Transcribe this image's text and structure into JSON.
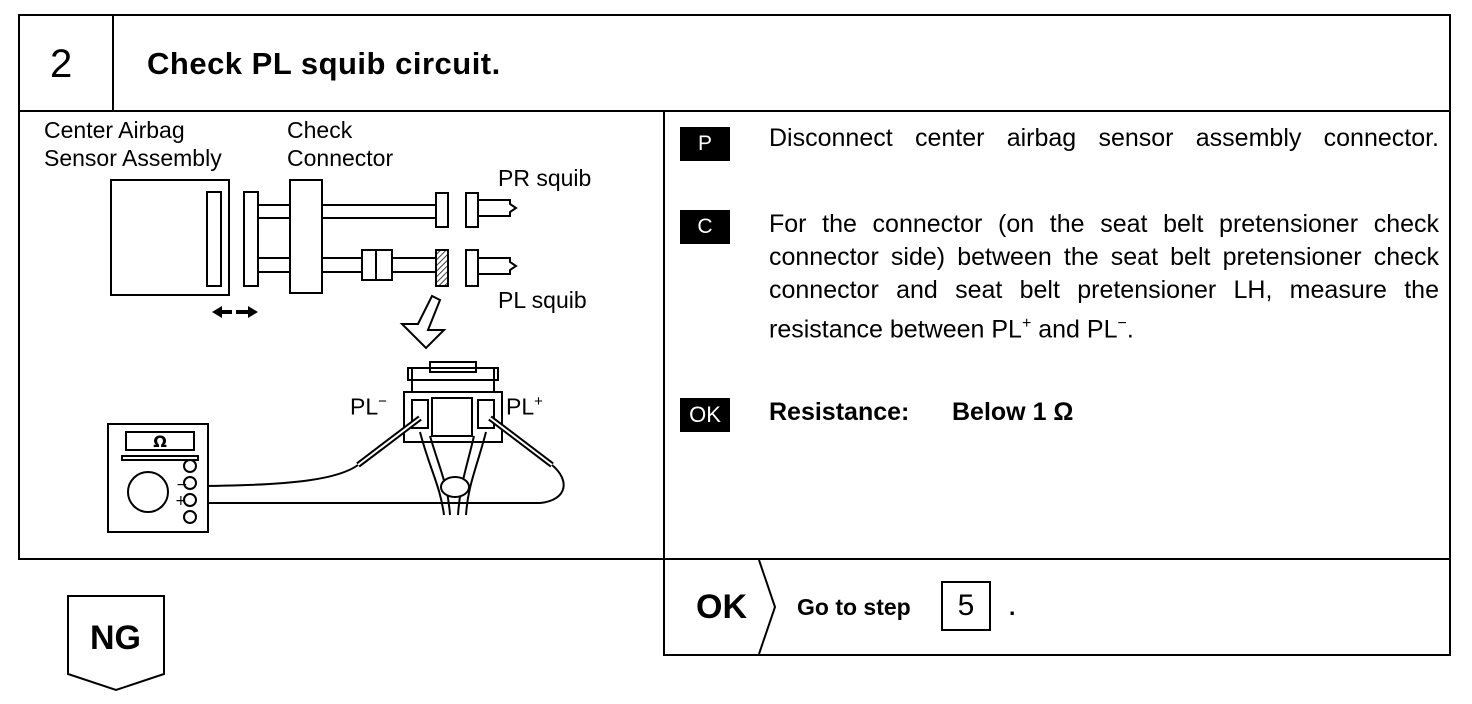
{
  "step": {
    "number": "2",
    "title": "Check PL squib circuit."
  },
  "diagram": {
    "center_label_line1": "Center Airbag",
    "center_label_line2": "Sensor Assembly",
    "check_label_line1": "Check",
    "check_label_line2": "Connector",
    "pr_squib": "PR squib",
    "pl_squib": "PL squib",
    "pl_minus": "PL",
    "pl_minus_sup": "−",
    "pl_plus": "PL",
    "pl_plus_sup": "+",
    "meter_symbol": "Ω",
    "meter_minus": "−",
    "meter_plus": "+"
  },
  "instructions": [
    {
      "badge": "P",
      "text": "Disconnect center airbag sensor assembly connector."
    },
    {
      "badge": "C",
      "text_before": "For the connector (on the seat belt pretensioner check connector side) between the seat belt pretensioner check connector and seat belt pretensioner LH, measure the resistance between ",
      "pl1": "PL",
      "sup1": "+",
      "mid": " and ",
      "pl2": "PL",
      "sup2": "−",
      "end": "."
    }
  ],
  "ok_spec": {
    "badge": "OK",
    "label": "Resistance:",
    "value": "Below 1 Ω"
  },
  "ok_result": {
    "label": "OK",
    "text": "Go to step",
    "step": "5",
    "period": "."
  },
  "ng": {
    "label": "NG"
  }
}
